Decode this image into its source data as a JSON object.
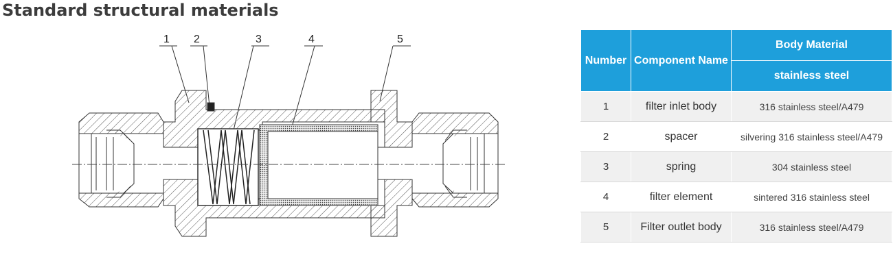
{
  "title": "Standard structural materials",
  "diagram": {
    "callouts": [
      "1",
      "2",
      "3",
      "4",
      "5"
    ]
  },
  "table": {
    "headers": {
      "number": "Number",
      "component_name": "Component Name",
      "body_material": "Body Material",
      "body_material_sub": "stainless steel"
    },
    "rows": [
      {
        "number": "1",
        "name": "filter inlet body",
        "material": "316 stainless steel/A479"
      },
      {
        "number": "2",
        "name": "spacer",
        "material": "silvering 316 stainless steel/A479"
      },
      {
        "number": "3",
        "name": "spring",
        "material": "304 stainless steel"
      },
      {
        "number": "4",
        "name": "filter element",
        "material": "sintered 316 stainless steel"
      },
      {
        "number": "5",
        "name": "Filter outlet body",
        "material": "316 stainless steel/A479"
      }
    ]
  },
  "colors": {
    "header_blue": "#1e9fdb",
    "row_alt": "#f0f0f0",
    "title_text": "#3c3c3c"
  }
}
